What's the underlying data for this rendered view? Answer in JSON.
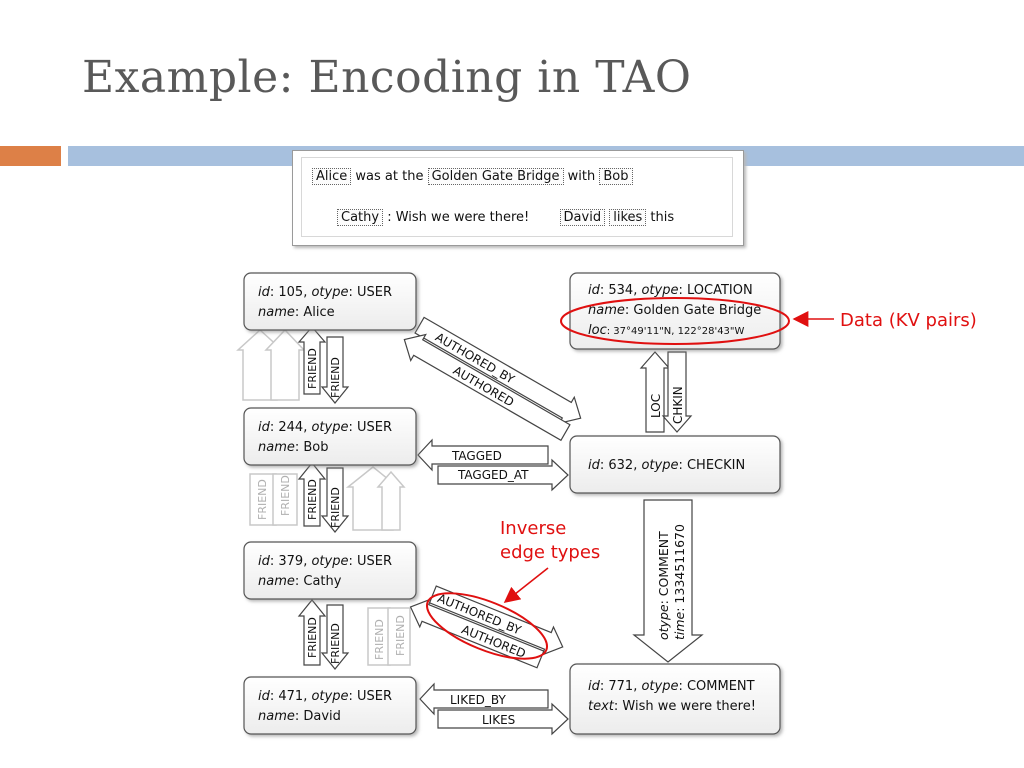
{
  "slide": {
    "title": "Example: Encoding in TAO"
  },
  "sentence": {
    "line1": {
      "t1": "Alice",
      "t2": "was at the",
      "t3": "Golden Gate Bridge",
      "t4": "with",
      "t5": "Bob"
    },
    "line2": {
      "t1": "Cathy",
      "t2": ": Wish we were there!",
      "t3": "David",
      "t4": "likes",
      "t5": "this"
    }
  },
  "nodes": {
    "n105": {
      "k1": "id",
      "v1": ": 105, ",
      "k2": "otype",
      "v2": ": USER",
      "k3": "name",
      "v3": ": Alice"
    },
    "n244": {
      "k1": "id",
      "v1": ": 244, ",
      "k2": "otype",
      "v2": ": USER",
      "k3": "name",
      "v3": ": Bob"
    },
    "n379": {
      "k1": "id",
      "v1": ": 379, ",
      "k2": "otype",
      "v2": ": USER",
      "k3": "name",
      "v3": ": Cathy"
    },
    "n471": {
      "k1": "id",
      "v1": ": 471, ",
      "k2": "otype",
      "v2": ": USER",
      "k3": "name",
      "v3": ": David"
    },
    "n534": {
      "k1": "id",
      "v1": ": 534, ",
      "k2": "otype",
      "v2": ": LOCATION",
      "k3": "name",
      "v3": ": Golden Gate Bridge",
      "k4": "loc",
      "v4": ": 37°49'11\"N, 122°28'43\"W"
    },
    "n632": {
      "k1": "id",
      "v1": ": 632, ",
      "k2": "otype",
      "v2": ": CHECKIN"
    },
    "n771": {
      "k1": "id",
      "v1": ": 771, ",
      "k2": "otype",
      "v2": ": COMMENT",
      "k3": "text",
      "v3": ": Wish we were there!"
    }
  },
  "edges": {
    "friend": "FRIEND",
    "authored_by": "AUTHORED_BY",
    "authored": "AUTHORED",
    "tagged": "TAGGED",
    "tagged_at": "TAGGED_AT",
    "loc": "LOC",
    "chkin": "CHKIN",
    "liked_by": "LIKED_BY",
    "likes": "LIKES",
    "comment_otype_key": "otype",
    "comment_otype_val": ": COMMENT",
    "comment_time_key": "time",
    "comment_time_val": ": 1334511670"
  },
  "annotations": {
    "kv": "Data (KV pairs)",
    "inverse_line1": "Inverse",
    "inverse_line2": "edge types"
  },
  "colors": {
    "title": "#595959",
    "accent_orange": "#dd8047",
    "accent_blue": "#a7c0de",
    "annotation": "#e01010"
  }
}
